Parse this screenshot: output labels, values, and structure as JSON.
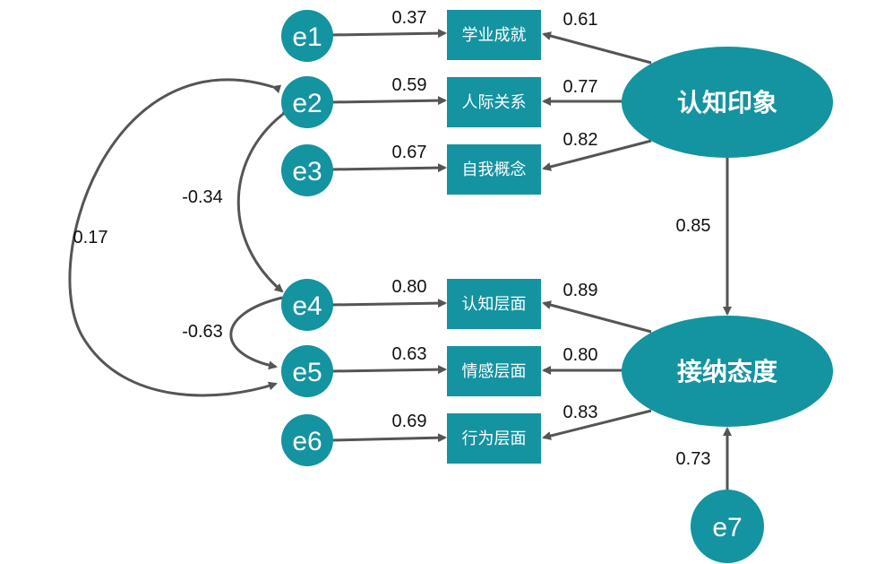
{
  "colors": {
    "node_fill": "#1493A0",
    "arrow": "#555555",
    "label": "#111111"
  },
  "errors": {
    "e1": "e1",
    "e2": "e2",
    "e3": "e3",
    "e4": "e4",
    "e5": "e5",
    "e6": "e6",
    "e7": "e7"
  },
  "indicators": {
    "i1": "学业成就",
    "i2": "人际关系",
    "i3": "自我概念",
    "i4": "认知层面",
    "i5": "情感层面",
    "i6": "行为层面"
  },
  "latents": {
    "cognition": "认知印象",
    "acceptance": "接纳态度"
  },
  "coefficients": {
    "e1_i1": "0.37",
    "e2_i2": "0.59",
    "e3_i3": "0.67",
    "e4_i4": "0.80",
    "e5_i5": "0.63",
    "e6_i6": "0.69",
    "cog_i1": "0.61",
    "cog_i2": "0.77",
    "cog_i3": "0.82",
    "acc_i4": "0.89",
    "acc_i5": "0.80",
    "acc_i6": "0.83",
    "cog_acc": "0.85",
    "e7_acc": "0.73",
    "cov_e2_e4": "-0.34",
    "cov_e4_e5": "-0.63",
    "cov_e2_e5": "0.17"
  }
}
